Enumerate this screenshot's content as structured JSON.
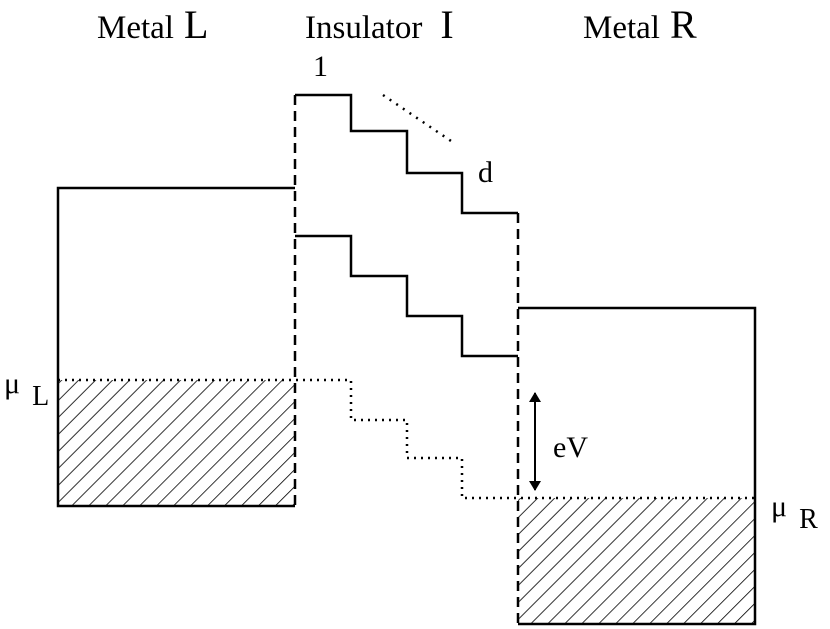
{
  "labels": {
    "metal_left_word": "Metal",
    "metal_left_letter": "L",
    "insulator_word": "Insulator",
    "insulator_letter": "I",
    "metal_right_word": "Metal",
    "metal_right_letter": "R",
    "first_layer": "1",
    "last_layer": "d",
    "mu_symbol_left": "μ",
    "mu_sub_left": "L",
    "mu_symbol_right": "μ",
    "mu_sub_right": "R",
    "bias": "eV"
  },
  "colors": {
    "line": "#000000",
    "background": "#ffffff"
  }
}
